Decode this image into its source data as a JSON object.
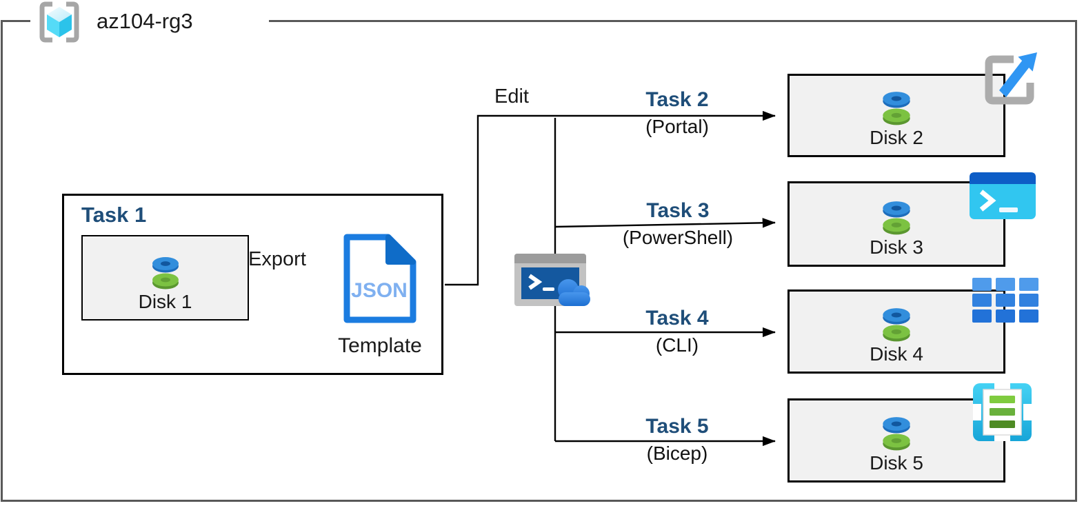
{
  "diagram": {
    "resource_group": {
      "name": "az104-rg3"
    },
    "source": {
      "task_title": "Task 1",
      "disk_label": "Disk 1",
      "arrow_label": "Export",
      "file_icon_text": "JSON",
      "file_caption": "Template"
    },
    "edit_label": "Edit",
    "tasks": [
      {
        "title": "Task 2",
        "method": "(Portal)",
        "disk_label": "Disk 2",
        "icon": "portal-open-icon"
      },
      {
        "title": "Task 3",
        "method": "(PowerShell)",
        "disk_label": "Disk 3",
        "icon": "powershell-icon"
      },
      {
        "title": "Task 4",
        "method": "(CLI)",
        "disk_label": "Disk 4",
        "icon": "cli-grid-icon"
      },
      {
        "title": "Task 5",
        "method": "(Bicep)",
        "disk_label": "Disk 5",
        "icon": "bicep-template-icon"
      }
    ],
    "colors": {
      "task_title_blue": "#1F4E79",
      "box_fill_gray": "#F1F1F1",
      "outer_border_gray": "#595959",
      "connector_black": "#000000",
      "json_doc_blue": "#1B7CE0",
      "json_text_blue": "#7FB0F0",
      "disk_top_blue": "#328EDC",
      "disk_bottom_green": "#7CC242",
      "cloudshell_cyan": "#31C6F0",
      "portal_arrow_blue": "#3096F3"
    }
  }
}
